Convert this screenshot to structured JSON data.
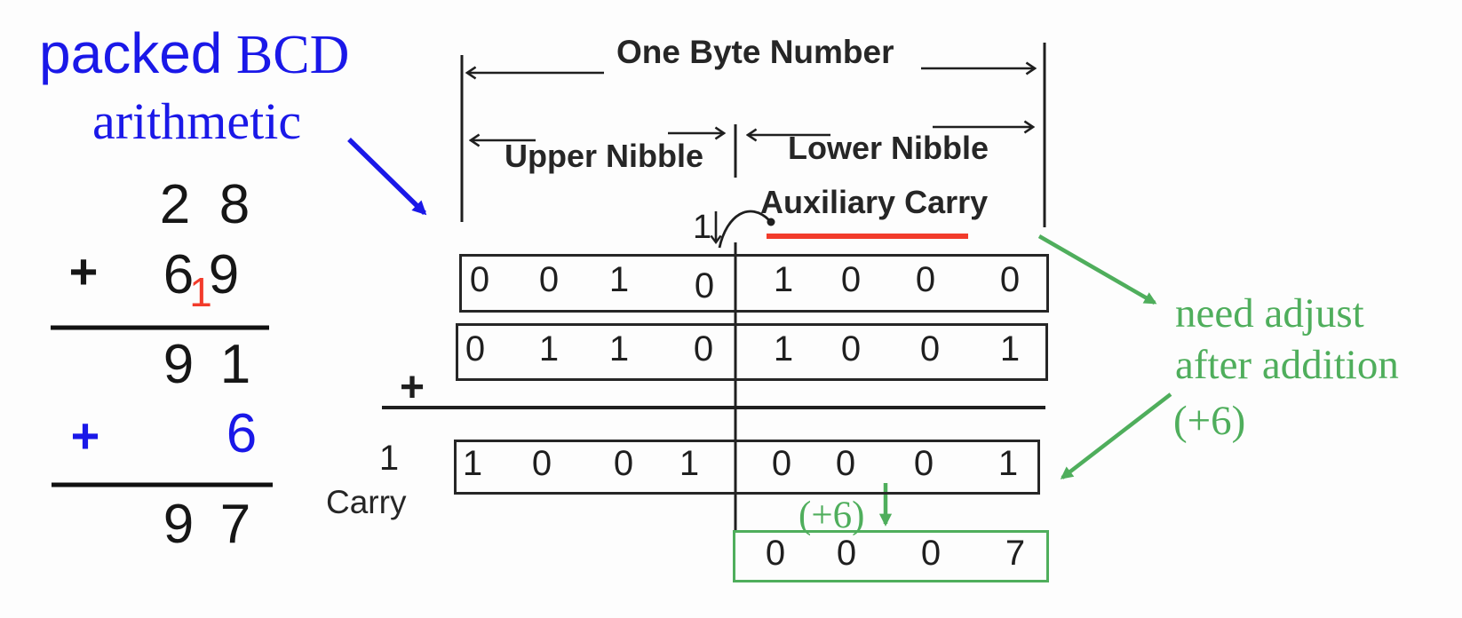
{
  "colors": {
    "blue": "#1a18e8",
    "red": "#f23b2b",
    "green": "#4fae5c",
    "ink": "#1f1f1f"
  },
  "title": {
    "word_sans": "packed",
    "word_serif": "BCD",
    "line2": "arithmetic"
  },
  "decimal_sum": {
    "addend1_d1": "2",
    "addend1_d2": "8",
    "plus1": "+",
    "addend2_d1": "6",
    "addend2_carry": "1",
    "addend2_d2": "9",
    "result1_d1": "9",
    "result1_d2": "1",
    "plus2": "+",
    "adjust_d": "6",
    "result2_d1": "9",
    "result2_d2": "7"
  },
  "byte_diagram": {
    "one_byte_label": "One Byte Number",
    "upper_nibble_label": "Upper Nibble",
    "lower_nibble_label": "Lower Nibble",
    "aux_carry_label": "Auxiliary Carry",
    "aux_carry_bit": "1",
    "plus_sign": "+",
    "carry_bit": "1",
    "carry_label": "Carry",
    "adjust_label": "(+6)",
    "operand1_bits": [
      "0",
      "0",
      "1",
      "0",
      "1",
      "0",
      "0",
      "0"
    ],
    "operand2_bits": [
      "0",
      "1",
      "1",
      "0",
      "1",
      "0",
      "0",
      "1"
    ],
    "result_bits": [
      "1",
      "0",
      "0",
      "1",
      "0",
      "0",
      "0",
      "1"
    ],
    "adjusted_bits": [
      "0",
      "0",
      "0",
      "7"
    ]
  },
  "annotations": {
    "need_adjust_1": "need adjust",
    "need_adjust_2": "after addition",
    "need_adjust_3": "(+6)"
  }
}
